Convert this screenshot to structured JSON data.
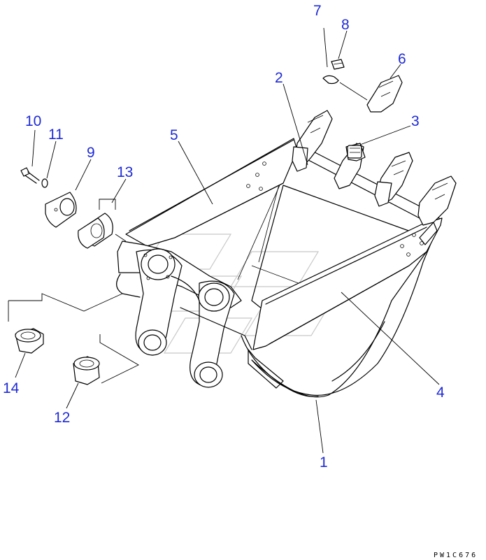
{
  "diagram": {
    "drawing_code": "PW1C676",
    "callouts": [
      {
        "id": "label-1",
        "text": "1"
      },
      {
        "id": "label-2",
        "text": "2"
      },
      {
        "id": "label-3",
        "text": "3"
      },
      {
        "id": "label-4",
        "text": "4"
      },
      {
        "id": "label-5",
        "text": "5"
      },
      {
        "id": "label-6",
        "text": "6"
      },
      {
        "id": "label-7",
        "text": "7"
      },
      {
        "id": "label-8",
        "text": "8"
      },
      {
        "id": "label-9",
        "text": "9"
      },
      {
        "id": "label-10",
        "text": "10"
      },
      {
        "id": "label-11",
        "text": "11"
      },
      {
        "id": "label-12",
        "text": "12"
      },
      {
        "id": "label-13",
        "text": "13"
      },
      {
        "id": "label-14",
        "text": "14"
      }
    ],
    "colors": {
      "callout": "#1f2bd6",
      "line": "#000000",
      "watermark": "#c8c8c8"
    }
  }
}
